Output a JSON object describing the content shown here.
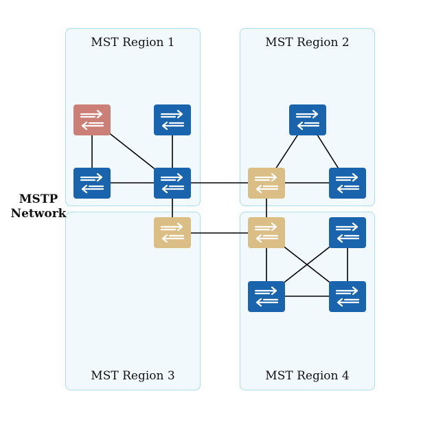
{
  "network_label_line1": "MSTP",
  "network_label_line2": "Network",
  "regions": [
    {
      "label": "MST Region 1"
    },
    {
      "label": "MST Region 2"
    },
    {
      "label": "MST Region 3"
    },
    {
      "label": "MST Region 4"
    }
  ],
  "colors": {
    "root_switch": "#cc7f76",
    "switch": "#1a64ad",
    "boundary_switch": "#dbbd86",
    "link": "#000000",
    "region_fill": "#f2f9fd",
    "region_border": "#a9dcef"
  },
  "switch_icon": "bidirectional-arrows-icon"
}
